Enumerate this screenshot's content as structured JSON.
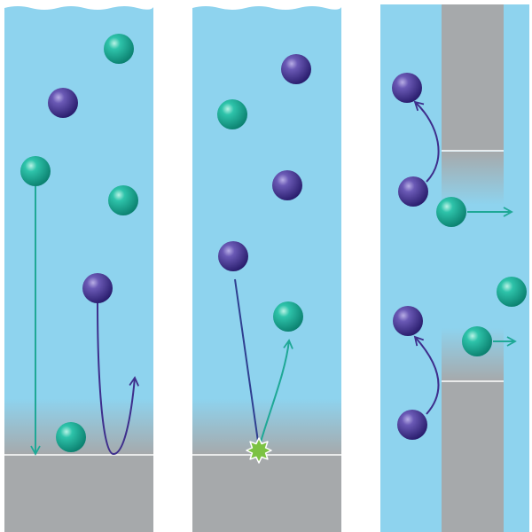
{
  "colors": {
    "water": "#8ED3EE",
    "surface": "#A6A9AB",
    "interface_line": "#FFFFFF",
    "particle_a": "#4E3D96",
    "particle_b": "#20B6A0",
    "arrow_a": "#3E2E8C",
    "arrow_b": "#1FA896",
    "reaction_site": "#7CC243",
    "background": "#FFFFFF"
  },
  "particle_types": [
    "purple-sphere",
    "teal-sphere"
  ],
  "icons": [
    "straight-arrow",
    "curved-arrow",
    "star-reaction-site"
  ]
}
